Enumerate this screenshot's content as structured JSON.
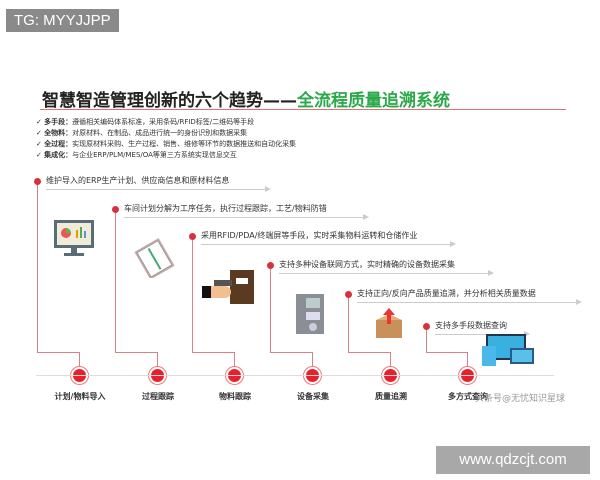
{
  "watermark_top": "TG: MYYJJPP",
  "title": {
    "main": "智慧智造管理创新的六个趋势——",
    "highlight": "全流程质量追溯系统"
  },
  "bullets": [
    {
      "label": "多手段：",
      "text": "遵循相关编码体系标准，采用条码/RFID标签/二维码等手段"
    },
    {
      "label": "全物料：",
      "text": "对原材料、在制品、成品进行统一的身份识别和数据采集"
    },
    {
      "label": "全过程：",
      "text": "实现原材料采购、生产过程、销售、维修等环节的数据推送和自动化采集"
    },
    {
      "label": "集成化：",
      "text": "与企业ERP/PLM/MES/OA等第三方系统实现信息交互"
    }
  ],
  "stages": [
    {
      "name": "计划/物料导入",
      "desc": "维护导入的ERP生产计划、供应商信息和原材料信息",
      "icon": "monitor-chart-icon"
    },
    {
      "name": "过程跟踪",
      "desc": "车间计划分解为工序任务，执行过程跟踪，工艺/物料防错",
      "icon": "clipboard-icon"
    },
    {
      "name": "物料跟踪",
      "desc": "采用RFID/PDA/终端屏等手段，实时采集物料运转和仓储作业",
      "icon": "rfid-scanner-icon"
    },
    {
      "name": "设备采集",
      "desc": "支持多种设备联网方式，实时精确的设备数据采集",
      "icon": "machine-icon"
    },
    {
      "name": "质量追溯",
      "desc": "支持正向/反向产品质量追溯，并分析相关质量数据",
      "icon": "box-arrow-icon"
    },
    {
      "name": "多方式查询",
      "desc": "支持多手段数据查询",
      "icon": "devices-icon"
    }
  ],
  "watermark_bottom": "头条号@无忧知识星球",
  "site": "www.qdzcjt.com",
  "colors": {
    "accent": "#e8202c",
    "highlight": "#2aa84a"
  }
}
